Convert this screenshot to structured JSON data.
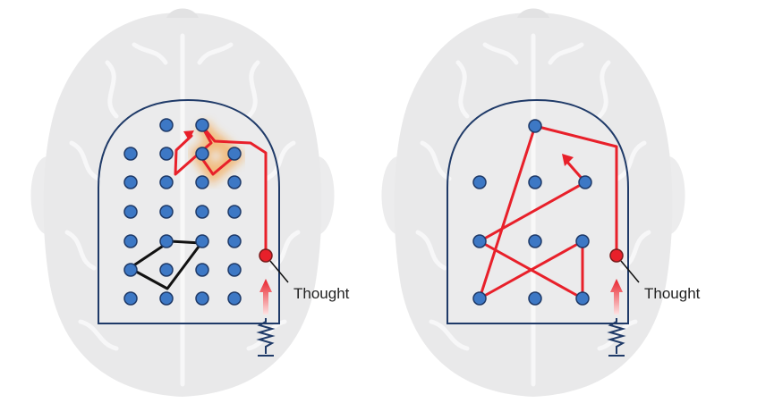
{
  "panels": [
    {
      "id": "left",
      "thought_label": "Thought"
    },
    {
      "id": "right",
      "thought_label": "Thought"
    }
  ],
  "colors": {
    "brain": "#e9e9ea",
    "brain_fold": "#f6f6f7",
    "board_outline": "#1f3a68",
    "node_fill": "#3d78c5",
    "node_stroke": "#1f3a68",
    "path": "#e8202a",
    "glow": "#f7941d",
    "loop": "#111111",
    "label": "#222222"
  }
}
